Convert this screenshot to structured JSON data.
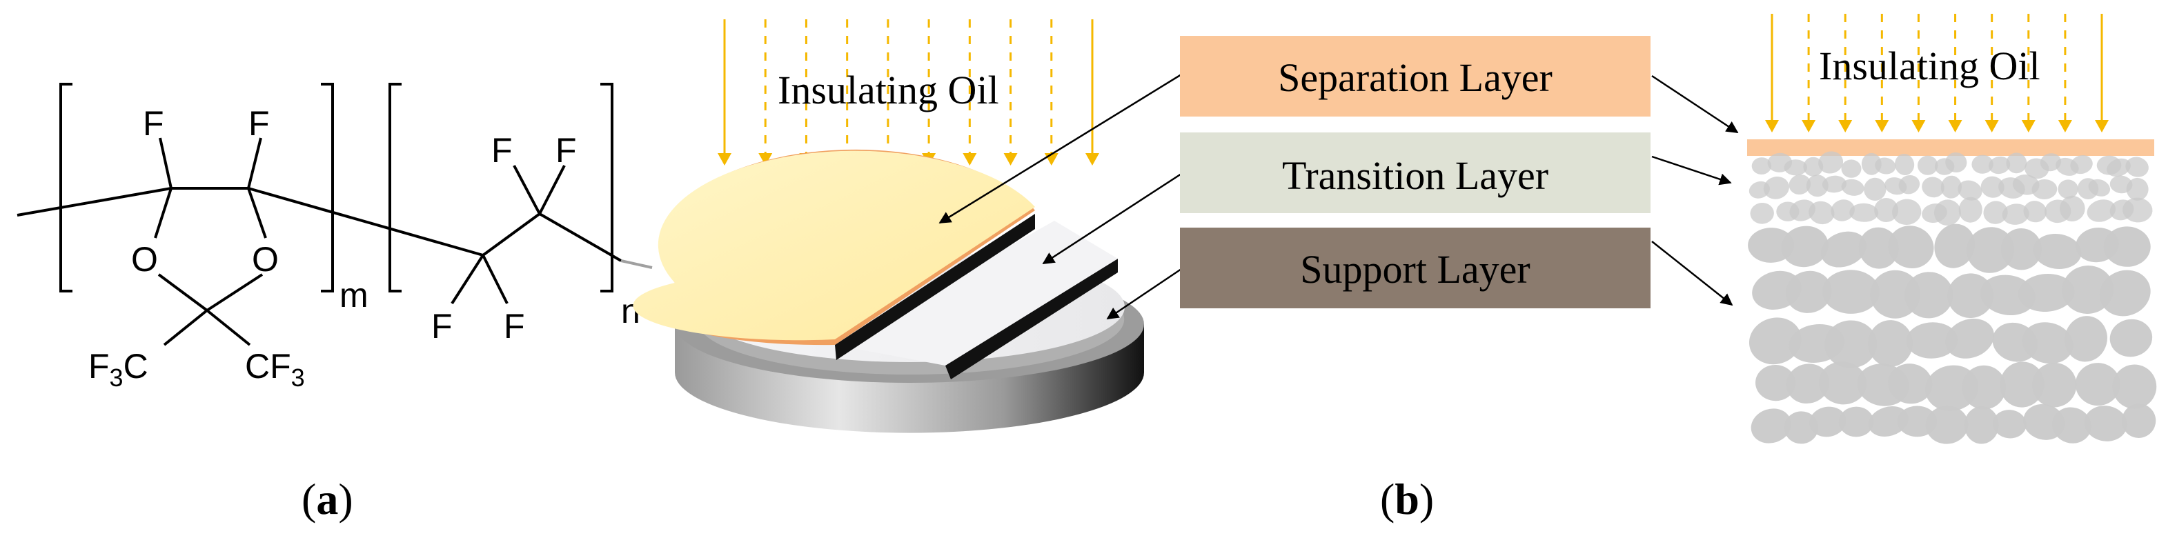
{
  "colors": {
    "oil_arrow": "#f5b800",
    "separation_layer": "#fbc79a",
    "transition_layer": "#dfe2d5",
    "support_layer": "#8b7b6e",
    "disk_top": "#fff2b8",
    "disk_rim_orange": "#f0a060",
    "particles": "#c9c9c9"
  },
  "panel_a": {
    "label_open": "(",
    "label_letter": "a",
    "label_close": ")",
    "structure": {
      "atoms": {
        "f1": "F",
        "f2": "F",
        "o1": "O",
        "o2": "O",
        "c_left": "F",
        "c_left_sub": "3",
        "c_left_c": "C",
        "c_right": "CF",
        "c_right_sub": "3",
        "f3": "F",
        "f4": "F",
        "f5": "F",
        "f6": "F"
      },
      "subscript_m": "m",
      "subscript_n": "n"
    }
  },
  "panel_b": {
    "label_open": "(",
    "label_letter": "b",
    "label_close": ")",
    "oil_label_left": "Insulating Oil",
    "oil_label_right": "Insulating Oil",
    "layers": [
      {
        "name": "Separation Layer"
      },
      {
        "name": "Transition Layer"
      },
      {
        "name": "Support Layer"
      }
    ]
  }
}
